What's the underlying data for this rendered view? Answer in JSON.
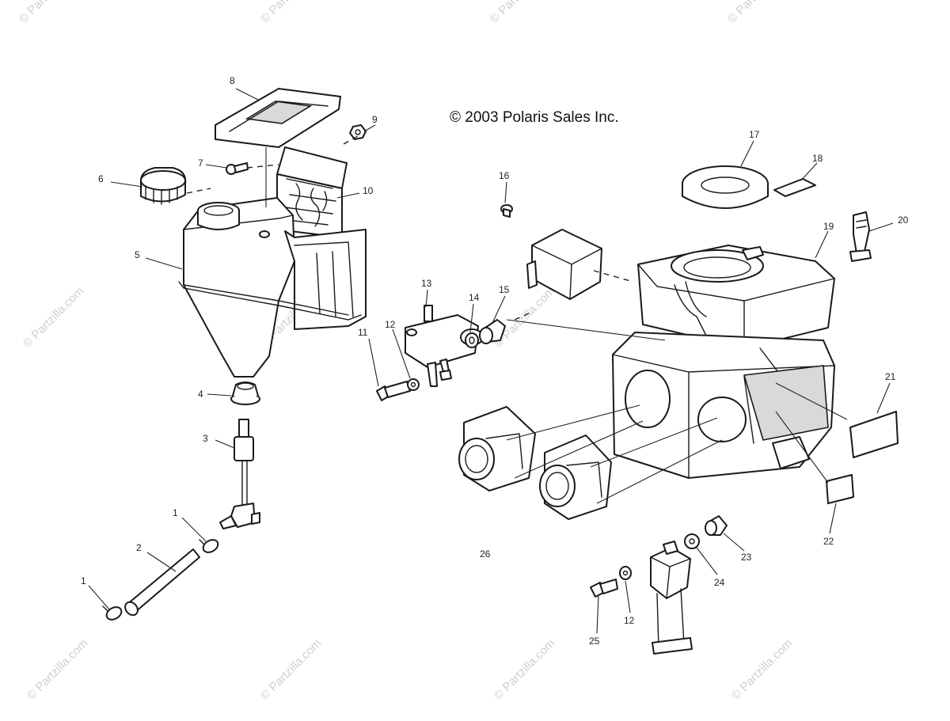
{
  "copyright": "© 2003 Polaris Sales Inc.",
  "watermark": "© Partzilla.com",
  "callouts": [
    {
      "id": "c1a",
      "label": "1"
    },
    {
      "id": "c1b",
      "label": "1"
    },
    {
      "id": "c2",
      "label": "2"
    },
    {
      "id": "c3",
      "label": "3"
    },
    {
      "id": "c4",
      "label": "4"
    },
    {
      "id": "c5",
      "label": "5"
    },
    {
      "id": "c6",
      "label": "6"
    },
    {
      "id": "c7",
      "label": "7"
    },
    {
      "id": "c8",
      "label": "8"
    },
    {
      "id": "c9",
      "label": "9"
    },
    {
      "id": "c10",
      "label": "10"
    },
    {
      "id": "c11",
      "label": "11"
    },
    {
      "id": "c12a",
      "label": "12"
    },
    {
      "id": "c12b",
      "label": "12"
    },
    {
      "id": "c13",
      "label": "13"
    },
    {
      "id": "c14",
      "label": "14"
    },
    {
      "id": "c15",
      "label": "15"
    },
    {
      "id": "c16",
      "label": "16"
    },
    {
      "id": "c17",
      "label": "17"
    },
    {
      "id": "c18",
      "label": "18"
    },
    {
      "id": "c19",
      "label": "19"
    },
    {
      "id": "c20",
      "label": "20"
    },
    {
      "id": "c21",
      "label": "21"
    },
    {
      "id": "c22",
      "label": "22"
    },
    {
      "id": "c23",
      "label": "23"
    },
    {
      "id": "c24",
      "label": "24"
    },
    {
      "id": "c25",
      "label": "25"
    },
    {
      "id": "c26",
      "label": "26"
    }
  ]
}
